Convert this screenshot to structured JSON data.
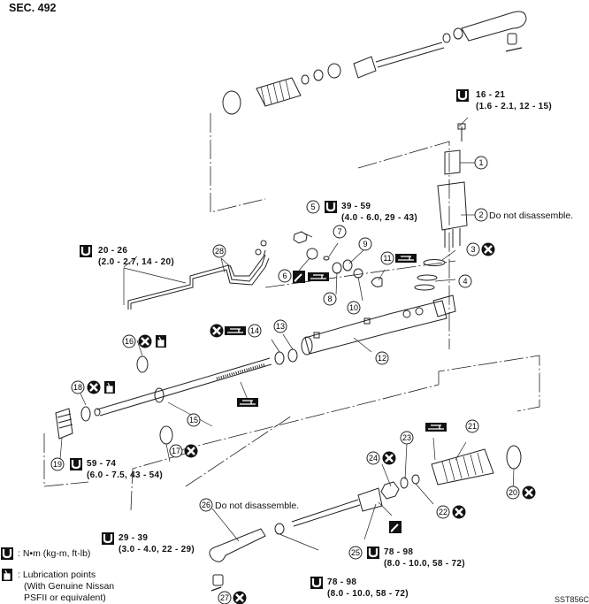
{
  "section": "SEC. 492",
  "figure_code": "SST856C",
  "icons": {
    "torque": "torque-wrench-icon",
    "replace": "do-not-reuse-x-icon",
    "grease": "multi-purpose-grease-icon",
    "lubricant": "lubrication-oil-can-icon",
    "locking_sealant": "locking-sealant-icon"
  },
  "torque_specs": [
    {
      "id": "t1",
      "range": "16 - 21",
      "detail": "(1.6 - 2.1, 12 - 15)"
    },
    {
      "id": "t5",
      "range": "39 - 59",
      "detail": "(4.0 - 6.0, 29 - 43)"
    },
    {
      "id": "t28",
      "range": "20 - 26",
      "detail": "(2.0 - 2.7, 14 - 20)"
    },
    {
      "id": "t19",
      "range": "59 - 74",
      "detail": "(6.0 - 7.5, 43 - 54)"
    },
    {
      "id": "t26",
      "range": "29 - 39",
      "detail": "(3.0 - 4.0, 22 - 29)"
    },
    {
      "id": "t25",
      "range": "78 - 98",
      "detail": "(8.0 - 10.0, 58 - 72)"
    },
    {
      "id": "tnut",
      "range": "78 - 98",
      "detail": "(8.0 - 10.0, 58 - 72)"
    }
  ],
  "notes": {
    "part2": "Do not disassemble.",
    "part26": "Do not disassemble."
  },
  "parts": [
    "1",
    "2",
    "3",
    "4",
    "5",
    "6",
    "7",
    "8",
    "9",
    "10",
    "11",
    "12",
    "13",
    "14",
    "15",
    "16",
    "17",
    "18",
    "19",
    "20",
    "21",
    "22",
    "23",
    "24",
    "25",
    "26",
    "27",
    "28"
  ],
  "legend": {
    "torque_unit": ": N•m (kg-m, ft-lb)",
    "lube_line1": ": Lubrication points",
    "lube_line2": "(With Genuine Nissan",
    "lube_line3": "PSFII or equivalent)"
  }
}
